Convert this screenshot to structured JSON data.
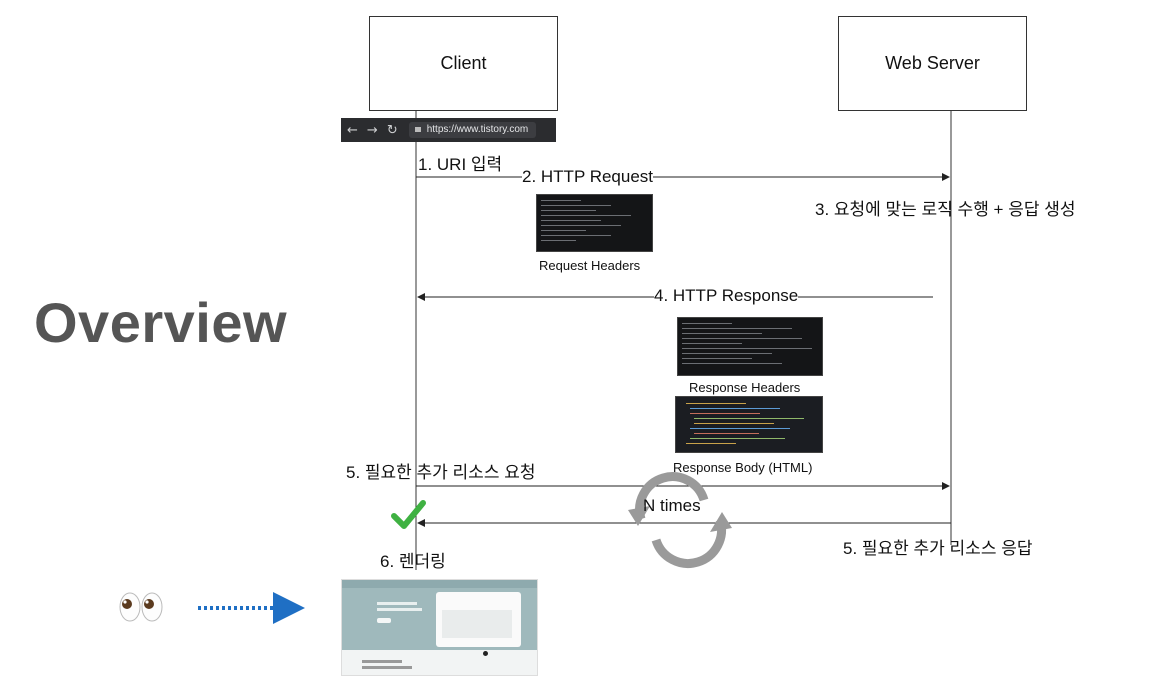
{
  "title": "Overview",
  "actors": {
    "client": "Client",
    "server": "Web Server"
  },
  "browser": {
    "url": "https://www.tistory.com"
  },
  "steps": {
    "s1": "1. URI 입력",
    "s2": "2. HTTP Request",
    "s3": "3. 요청에 맞는 로직 수행 + 응답 생성",
    "s4": "4. HTTP Response",
    "s5a": "5. 필요한 추가 리소스 요청",
    "s5b": "5. 필요한 추가 리소스 응답",
    "s6": "6. 렌더링"
  },
  "loop_label": "N times",
  "thumbnails": {
    "request_headers": "Request Headers",
    "response_headers": "Response Headers",
    "response_body": "Response Body (HTML)"
  },
  "colors": {
    "title": "#555555",
    "check": "#3fb142",
    "dotted_arrow": "#1f6fc4",
    "loop": "#9a9a9a"
  }
}
